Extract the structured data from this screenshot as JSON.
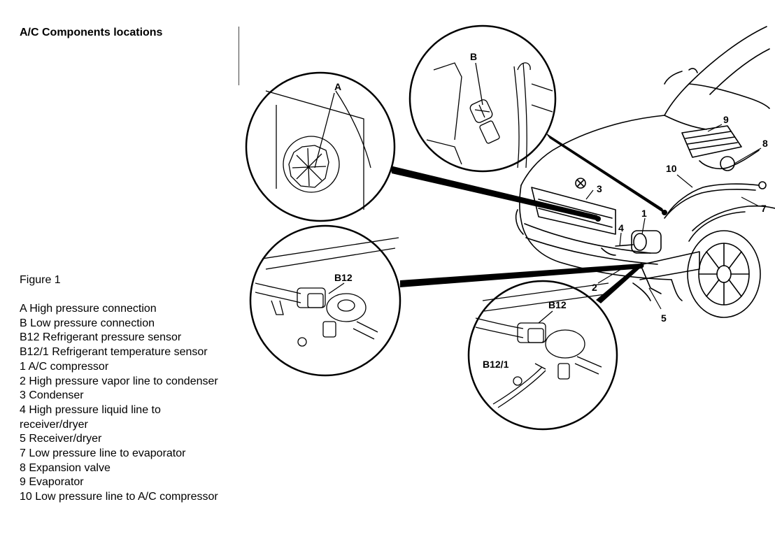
{
  "title": "A/C Components locations",
  "figure_label": "Figure 1",
  "legend": [
    "A High pressure connection",
    "B Low pressure connection",
    "B12 Refrigerant pressure sensor",
    "B12/1 Refrigerant temperature sensor",
    "1 A/C compressor",
    "2 High pressure vapor line to condenser",
    "3 Condenser",
    "4 High pressure liquid line to receiver/dryer",
    "5 Receiver/dryer",
    "7 Low pressure line to evaporator",
    "8 Expansion valve",
    "9 Evaporator",
    "10 Low pressure line to A/C compressor"
  ],
  "callouts": {
    "A": "A",
    "B": "B",
    "B12_left": "B12",
    "B12_right": "B12",
    "B12_1": "B12/1",
    "n1": "1",
    "n2": "2",
    "n3": "3",
    "n4": "4",
    "n5": "5",
    "n7": "7",
    "n8": "8",
    "n9": "9",
    "n10": "10"
  }
}
